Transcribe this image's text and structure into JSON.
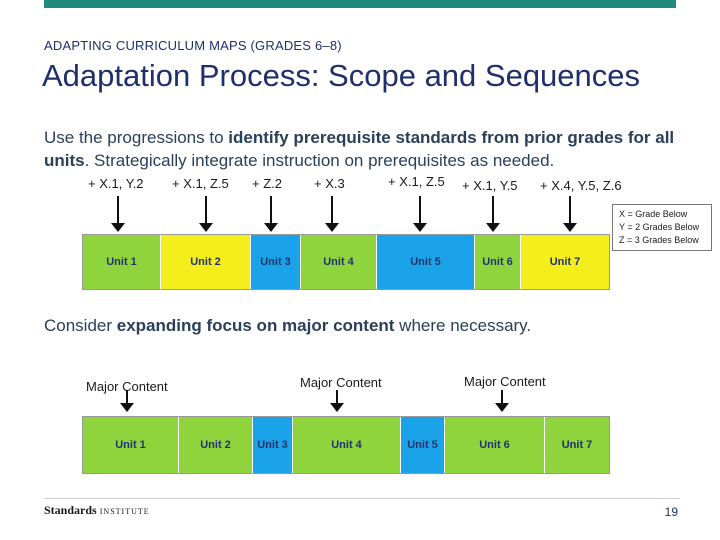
{
  "header": {
    "eyebrow": "ADAPTING CURRICULUM MAPS (GRADES 6–8)",
    "title": "Adaptation Process: Scope and Sequences"
  },
  "lead": {
    "part1": "Use the progressions to ",
    "bold": "identify prerequisite standards from prior grades for all units",
    "part2": ". Strategically integrate instruction on prerequisites as needed."
  },
  "prereq_labels": [
    "+ X.1, Y.2",
    "+ X.1, Z.5",
    "+ Z.2",
    "+ X.3",
    "+ X.1, Z.5",
    "+ X.1, Y.5",
    "+ X.4, Y.5, Z.6"
  ],
  "legend": [
    "X = Grade Below",
    "Y = 2 Grades Below",
    "Z = 3 Grades Below"
  ],
  "top_units": [
    {
      "label": "Unit 1",
      "color": "#8fd43c"
    },
    {
      "label": "Unit 2",
      "color": "#f4ee1c"
    },
    {
      "label": "Unit 3",
      "color": "#1aa3e8"
    },
    {
      "label": "Unit 4",
      "color": "#8fd43c"
    },
    {
      "label": "Unit 5",
      "color": "#1aa3e8"
    },
    {
      "label": "Unit 6",
      "color": "#8fd43c"
    },
    {
      "label": "Unit 7",
      "color": "#f4ee1c"
    }
  ],
  "sub": {
    "part1": "Consider ",
    "bold": "expanding focus on major content",
    "part2": " where necessary."
  },
  "major_labels": [
    "Major Content",
    "Major Content",
    "Major Content"
  ],
  "bottom_units": [
    {
      "label": "Unit 1",
      "color": "#8fd43c"
    },
    {
      "label": "Unit 2",
      "color": "#8fd43c"
    },
    {
      "label": "Unit 3",
      "color": "#1aa3e8"
    },
    {
      "label": "Unit 4",
      "color": "#8fd43c"
    },
    {
      "label": "Unit 5",
      "color": "#1aa3e8"
    },
    {
      "label": "Unit 6",
      "color": "#8fd43c"
    },
    {
      "label": "Unit 7",
      "color": "#8fd43c"
    }
  ],
  "footer": {
    "logo_strong": "Standards",
    "logo_small": "INSTITUTE",
    "page": "19"
  }
}
